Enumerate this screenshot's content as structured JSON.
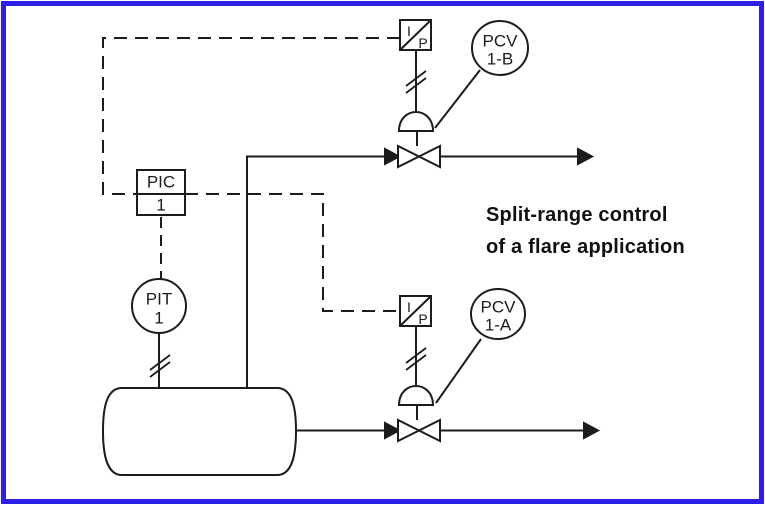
{
  "title": {
    "line1": "Split-range control",
    "line2": "of a flare application"
  },
  "instruments": {
    "controller": {
      "tag": "PIC",
      "loop": "1"
    },
    "transmitter": {
      "tag": "PIT",
      "loop": "1"
    },
    "transducer_top": {
      "input": "I",
      "output": "P"
    },
    "transducer_bottom": {
      "input": "I",
      "output": "P"
    },
    "pcv_top": {
      "tag": "PCV",
      "loop": "1-B"
    },
    "pcv_bottom": {
      "tag": "PCV",
      "loop": "1-A"
    }
  },
  "colors": {
    "border": "#2e1fe8",
    "line": "#1c1c1c",
    "background": "#ffffff"
  }
}
